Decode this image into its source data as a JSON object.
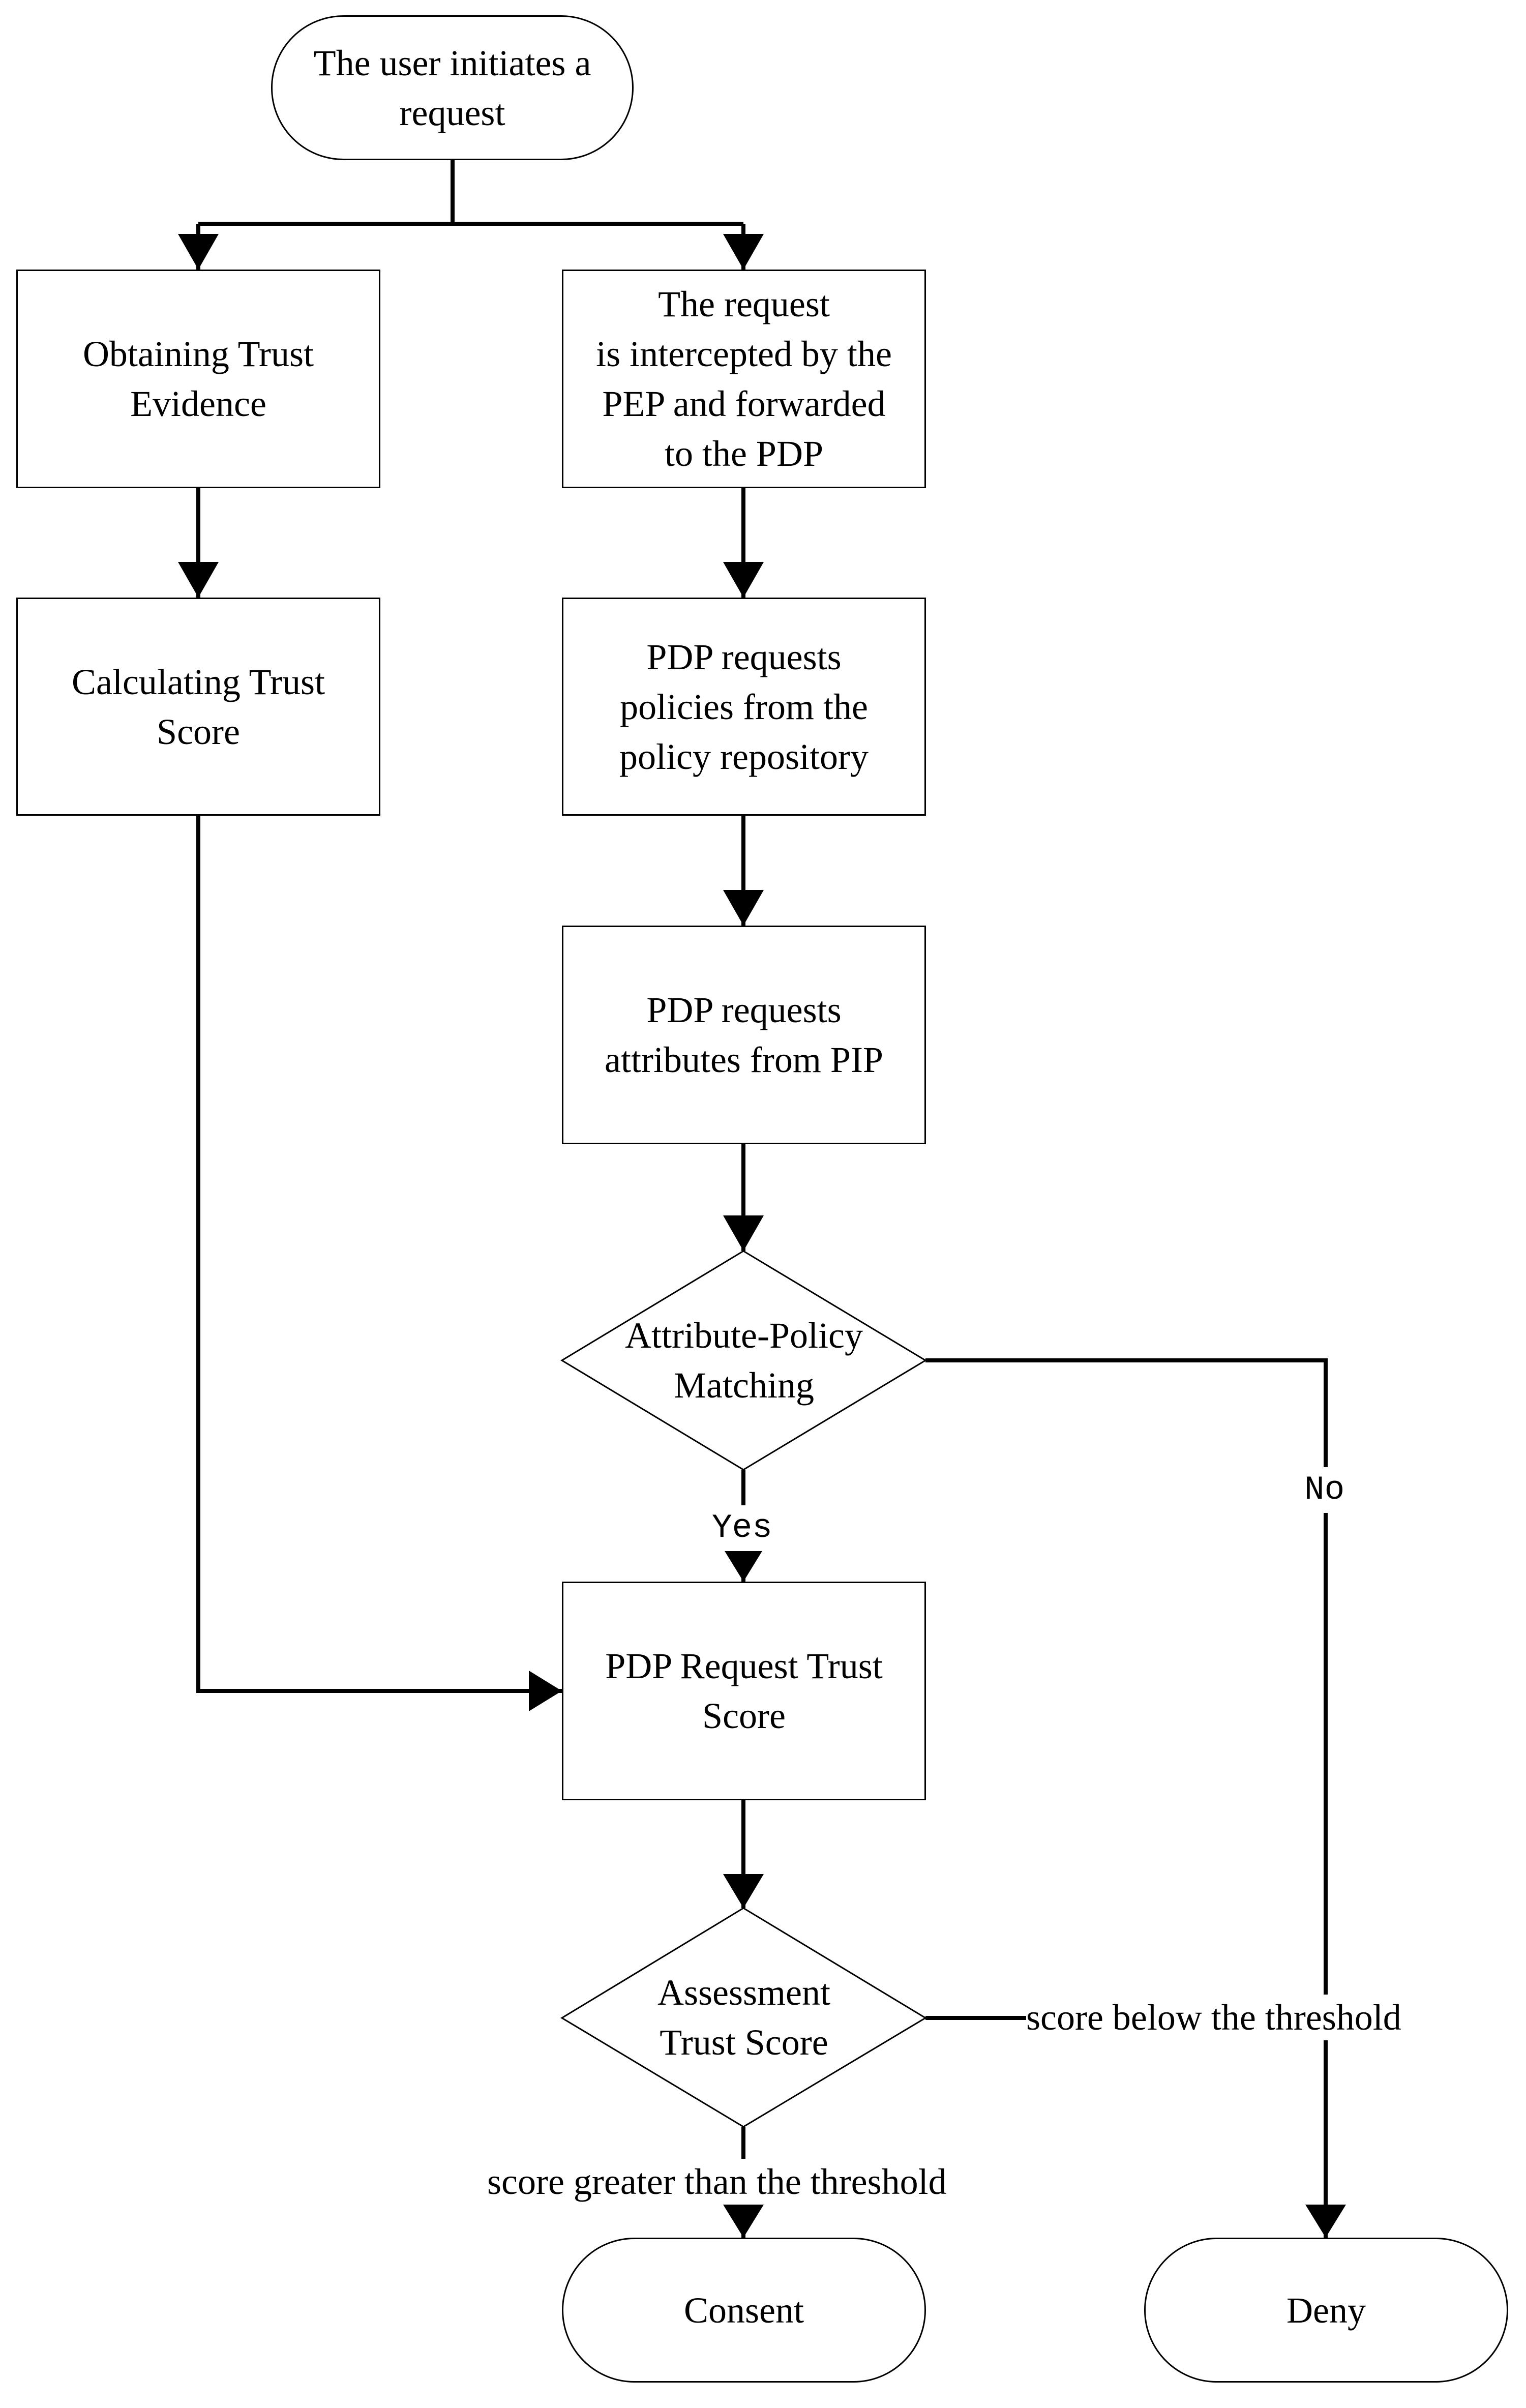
{
  "nodes": {
    "start": "The user initiates a\nrequest",
    "obtain_evidence": "Obtaining Trust\nEvidence",
    "calc_score": "Calculating Trust\nScore",
    "intercept": "The request\nis intercepted by the\nPEP and forwarded\nto the PDP",
    "request_policies": "PDP requests\npolicies from the\npolicy repository",
    "request_attributes": "PDP requests\nattributes from PIP",
    "match": "Attribute-Policy\nMatching",
    "request_trust": "PDP Request Trust\nScore",
    "assess": "Assessment\nTrust Score",
    "consent": "Consent",
    "deny": "Deny"
  },
  "edge_labels": {
    "yes": "Yes",
    "no": "No",
    "below": "score below the threshold",
    "greater": "score greater than the threshold"
  },
  "colors": {
    "stroke": "#000000",
    "fill": "#ffffff"
  }
}
